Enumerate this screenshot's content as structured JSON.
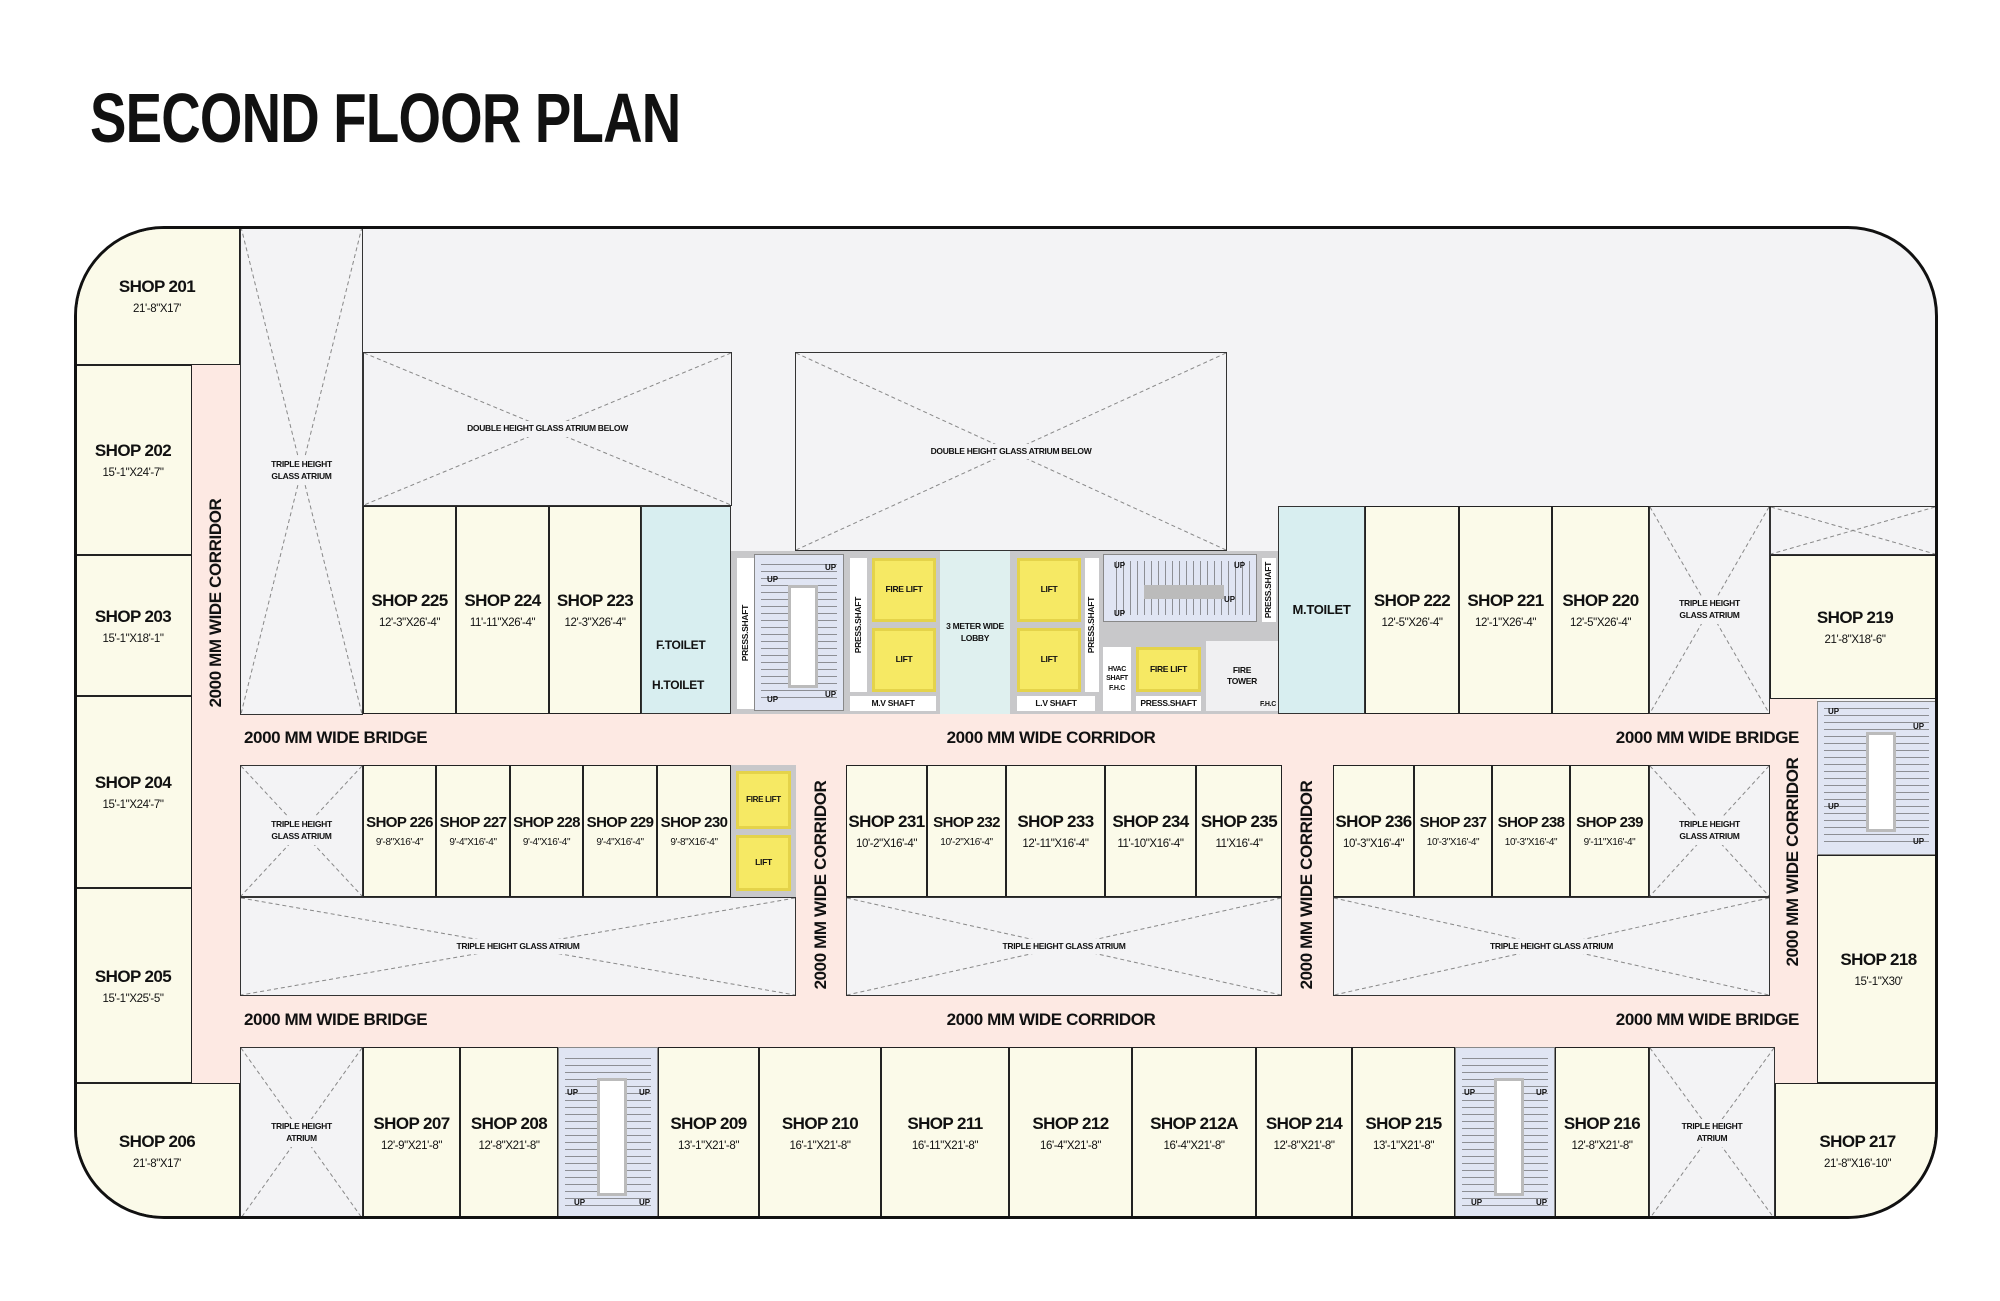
{
  "title": "SECOND FLOOR PLAN",
  "shops": {
    "s201": {
      "name": "SHOP 201",
      "size": "21'-8\"X17'"
    },
    "s202": {
      "name": "SHOP 202",
      "size": "15'-1\"X24'-7\""
    },
    "s203": {
      "name": "SHOP 203",
      "size": "15'-1\"X18'-1\""
    },
    "s204": {
      "name": "SHOP 204",
      "size": "15'-1\"X24'-7\""
    },
    "s205": {
      "name": "SHOP 205",
      "size": "15'-1\"X25'-5\""
    },
    "s206": {
      "name": "SHOP 206",
      "size": "21'-8\"X17'"
    },
    "s207": {
      "name": "SHOP 207",
      "size": "12'-9\"X21'-8\""
    },
    "s208": {
      "name": "SHOP 208",
      "size": "12'-8\"X21'-8\""
    },
    "s209": {
      "name": "SHOP 209",
      "size": "13'-1\"X21'-8\""
    },
    "s210": {
      "name": "SHOP 210",
      "size": "16'-1\"X21'-8\""
    },
    "s211": {
      "name": "SHOP 211",
      "size": "16'-11\"X21'-8\""
    },
    "s212": {
      "name": "SHOP 212",
      "size": "16'-4\"X21'-8\""
    },
    "s212A": {
      "name": "SHOP 212A",
      "size": "16'-4\"X21'-8\""
    },
    "s214": {
      "name": "SHOP 214",
      "size": "12'-8\"X21'-8\""
    },
    "s215": {
      "name": "SHOP 215",
      "size": "13'-1\"X21'-8\""
    },
    "s216": {
      "name": "SHOP 216",
      "size": "12'-8\"X21'-8\""
    },
    "s217": {
      "name": "SHOP 217",
      "size": "21'-8\"X16'-10\""
    },
    "s218": {
      "name": "SHOP 218",
      "size": "15'-1\"X30'"
    },
    "s219": {
      "name": "SHOP 219",
      "size": "21'-8\"X18'-6\""
    },
    "s220": {
      "name": "SHOP 220",
      "size": "12'-5\"X26'-4\""
    },
    "s221": {
      "name": "SHOP 221",
      "size": "12'-1\"X26'-4\""
    },
    "s222": {
      "name": "SHOP 222",
      "size": "12'-5\"X26'-4\""
    },
    "s223": {
      "name": "SHOP 223",
      "size": "12'-3\"X26'-4\""
    },
    "s224": {
      "name": "SHOP 224",
      "size": "11'-11\"X26'-4\""
    },
    "s225": {
      "name": "SHOP 225",
      "size": "12'-3\"X26'-4\""
    },
    "s226": {
      "name": "SHOP 226",
      "size": "9'-8\"X16'-4\""
    },
    "s227": {
      "name": "SHOP 227",
      "size": "9'-4\"X16'-4\""
    },
    "s228": {
      "name": "SHOP 228",
      "size": "9'-4\"X16'-4\""
    },
    "s229": {
      "name": "SHOP 229",
      "size": "9'-4\"X16'-4\""
    },
    "s230": {
      "name": "SHOP 230",
      "size": "9'-8\"X16'-4\""
    },
    "s231": {
      "name": "SHOP 231",
      "size": "10'-2\"X16'-4\""
    },
    "s232": {
      "name": "SHOP 232",
      "size": "10'-2\"X16'-4\""
    },
    "s233": {
      "name": "SHOP 233",
      "size": "12'-11\"X16'-4\""
    },
    "s234": {
      "name": "SHOP 234",
      "size": "11'-10\"X16'-4\""
    },
    "s235": {
      "name": "SHOP 235",
      "size": "11'X16'-4\""
    },
    "s236": {
      "name": "SHOP 236",
      "size": "10'-3\"X16'-4\""
    },
    "s237": {
      "name": "SHOP 237",
      "size": "10'-3\"X16'-4\""
    },
    "s238": {
      "name": "SHOP 238",
      "size": "10'-3\"X16'-4\""
    },
    "s239": {
      "name": "SHOP 239",
      "size": "9'-11\"X16'-4\""
    }
  },
  "atriums": {
    "triple_glass": "TRIPLE HEIGHT GLASS ATRIUM",
    "double_glass_below": "DOUBLE HEIGHT GLASS ATRIUM BELOW",
    "triple": "TRIPLE HEIGHT ATRIUM"
  },
  "corridors": {
    "bridge": "2000 MM WIDE BRIDGE",
    "corridor": "2000 MM WIDE CORRIDOR"
  },
  "core": {
    "press_shaft": "PRESS.SHAFT",
    "fire_lift": "FIRE LIFT",
    "lift": "LIFT",
    "lobby": "3 METER WIDE LOBBY",
    "mv_shaft": "M.V SHAFT",
    "lv_shaft": "L.V SHAFT",
    "hvac": "HVAC SHAFT F.H.C",
    "fire_tower": "FIRE TOWER",
    "fhc": "F.H.C",
    "f_toilet": "F.TOILET",
    "h_toilet": "H.TOILET",
    "m_toilet": "M.TOILET",
    "stair_up": "UP"
  }
}
